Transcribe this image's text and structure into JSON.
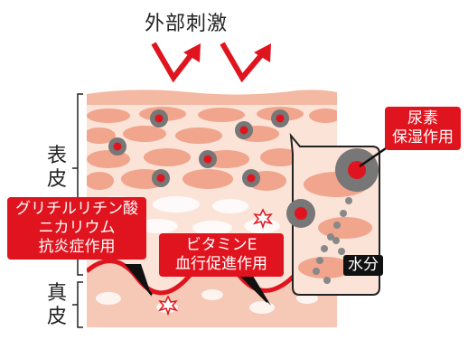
{
  "title": "外部刺激",
  "epidermis_label": "表皮",
  "dermis_label": "真皮",
  "callouts": {
    "urea": [
      "尿素",
      "保湿作用"
    ],
    "glycyrrhizinate": [
      "グリチルリチン酸",
      "ニカリウム",
      "抗炎症作用"
    ],
    "vitamin_e": [
      "ビタミンE",
      "血行促進作用"
    ],
    "water": "水分"
  },
  "colors": {
    "accent_red": "#e0141e",
    "skin_light": "#fbe3d7",
    "skin_mid": "#f4b9a3",
    "skin_dark": "#eea088",
    "cell_gray": "#666666"
  }
}
